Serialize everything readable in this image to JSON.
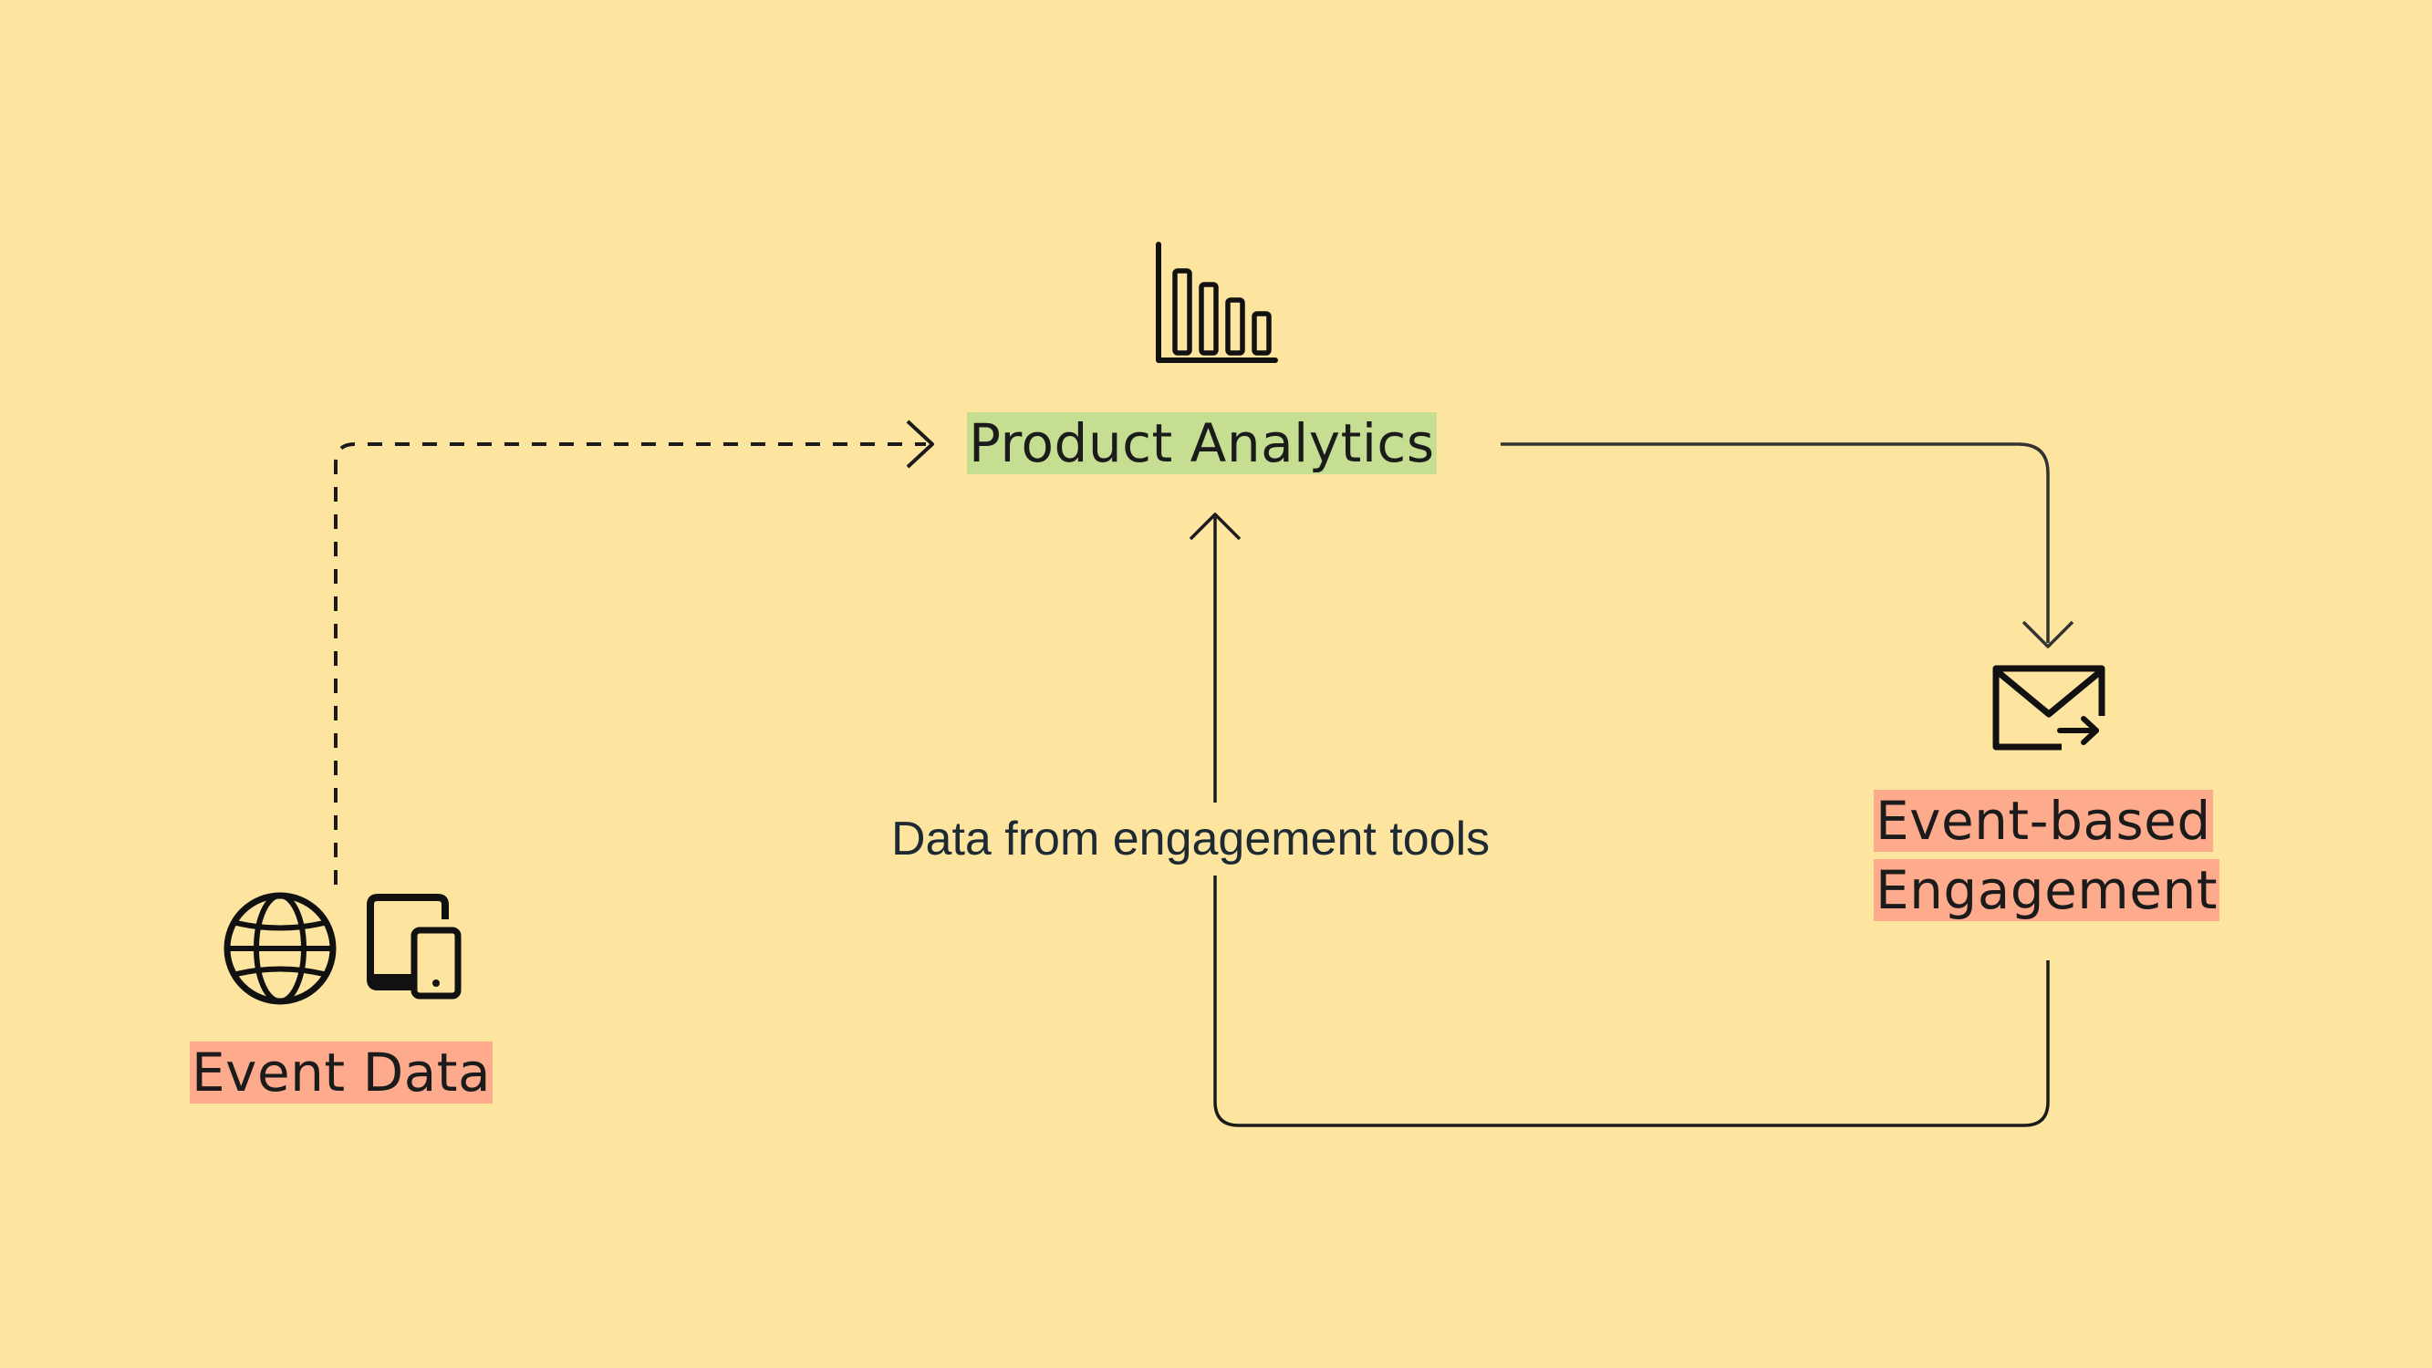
{
  "nodes": {
    "product_analytics": {
      "label": "Product Analytics",
      "icon": "bar-chart-icon",
      "highlight": "#C5DE92"
    },
    "event_data": {
      "label": "Event Data",
      "icons": [
        "globe-icon",
        "devices-icon"
      ],
      "highlight": "#FDAB8C"
    },
    "engagement": {
      "label_line1": "Event-based",
      "label_line2": "Engagement",
      "icon": "mail-forward-icon",
      "highlight": "#FDAB8C"
    }
  },
  "connectors": {
    "return_label": "Data from engagement tools"
  },
  "colors": {
    "background": "#FEE59F",
    "ink": "#1b1b1b"
  }
}
